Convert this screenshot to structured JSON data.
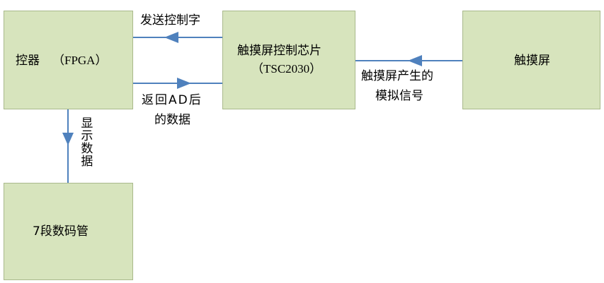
{
  "boxes": {
    "controller": {
      "text": "控器",
      "suffix": "（FPGA）"
    },
    "touch_ctrl": {
      "line1": "触摸屏控制芯片",
      "line2": "（TSC2030）"
    },
    "touch_screen": {
      "text": "触摸屏"
    },
    "seven_seg": {
      "text": "7段数码管"
    }
  },
  "labels": {
    "send_ctrl": "发送控制字",
    "return_line1": "返回AD后",
    "return_line2": "的数据",
    "analog_line1": "触摸屏产生的",
    "analog_line2": "模拟信号",
    "display_data": "显示数据"
  },
  "colors": {
    "box_fill": "#d7e4bd",
    "arrow": "#4f81bd"
  }
}
